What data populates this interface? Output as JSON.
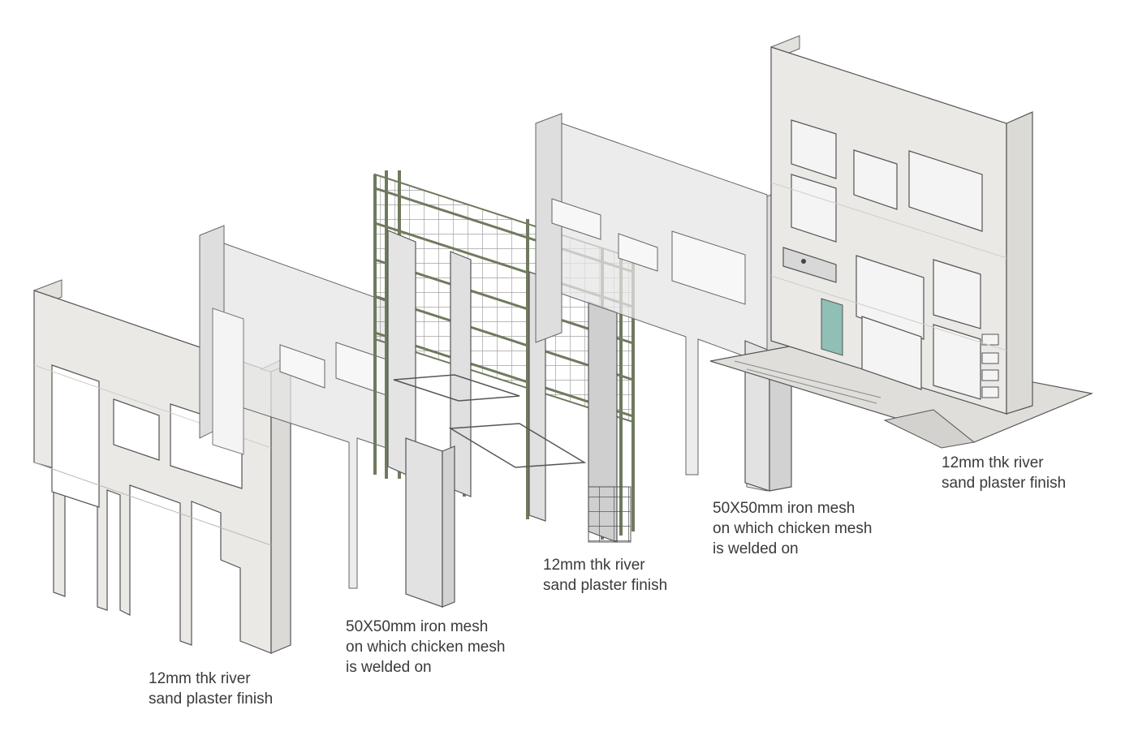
{
  "labels": {
    "layer_1": {
      "line1": "12mm thk river",
      "line2": "sand plaster finish"
    },
    "layer_2": {
      "line1": "50X50mm iron mesh",
      "line2": "on which chicken mesh",
      "line3": "is welded on"
    },
    "layer_3": {
      "line1": "12mm thk river",
      "line2": "sand plaster finish"
    },
    "layer_4": {
      "line1": "50X50mm iron mesh",
      "line2": "on which chicken mesh",
      "line3": "is welded on"
    },
    "layer_5": {
      "line1": "12mm thk river",
      "line2": "sand plaster finish"
    }
  },
  "colors": {
    "plaster": "#ebe9e6",
    "plaster_side": "#dcdad6",
    "translucent_wall": "#e4e4e4",
    "mesh_bar": "#6f7a5e",
    "edge": "#555555"
  }
}
